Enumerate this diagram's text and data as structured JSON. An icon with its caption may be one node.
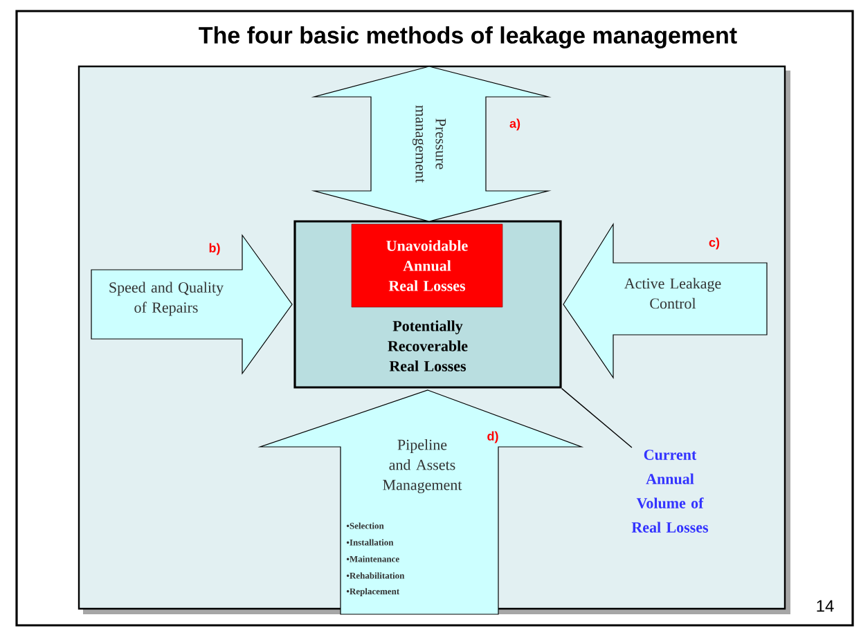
{
  "diagram": {
    "title": "The four basic methods of leakage management",
    "nodes": [
      {
        "text": [
          "Potentially Recoverable Real Losses"
        ]
      },
      {
        "text": [
          "Unavoidable Annual Real Losses"
        ],
        "in": 0
      },
      {
        "text": [
          "Pressure management"
        ],
        "beside": [
          "a)"
        ]
      },
      {
        "text": [
          "Speed and Quality of Repairs"
        ],
        "beside": [
          "b)"
        ]
      },
      {
        "text": [
          "Active Leakage Control"
        ],
        "beside": [
          "c)"
        ]
      },
      {
        "text": [
          "Pipeline and Assets Management",
          "d)",
          "•Selection",
          "•Installation",
          "•Maintenance",
          "•Rehabilitation",
          "•Replacement"
        ]
      },
      {
        "text": [
          "Current Annual Volume of Real Losses"
        ]
      }
    ],
    "edges": [
      {
        "from": 6,
        "to": 0,
        "arrow": "none"
      }
    ],
    "labels": [
      "14"
    ]
  }
}
